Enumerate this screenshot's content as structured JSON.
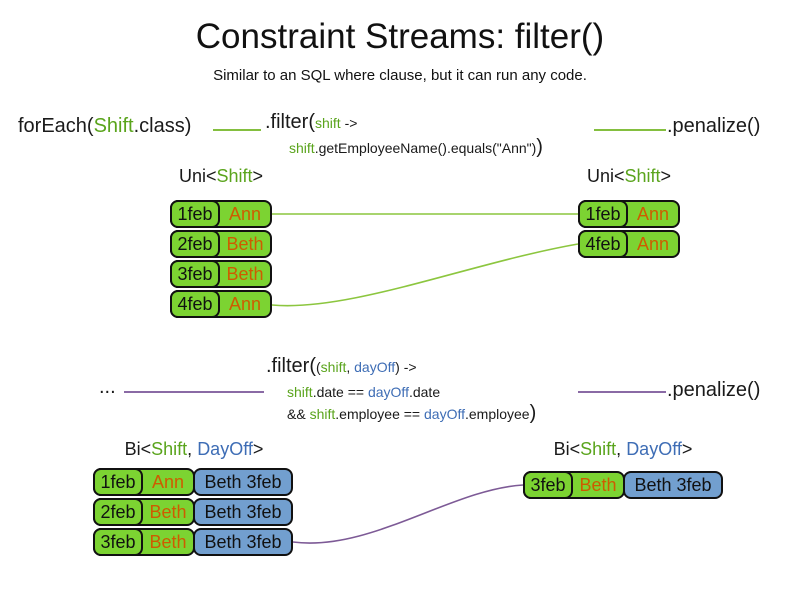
{
  "slide": {
    "title": "Constraint Streams: filter()",
    "subtitle": "Similar to an SQL where clause, but it can run any code."
  },
  "colors": {
    "code_green": "#5aa41c",
    "code_blue": "#3e6db5",
    "box_green_fill": "#7cd332",
    "box_blue_fill": "#729fcf",
    "employee_orange": "#ce5c00",
    "connector_green": "#84bf3f",
    "connector_purple": "#7d5a96"
  },
  "uni": {
    "foreach": {
      "pre": "forEach(",
      "type": "Shift",
      "post": ".class)"
    },
    "filter": {
      "method": ".filter(",
      "param": "shift",
      "arrow": " ->",
      "body_var": "shift",
      "body": ".getEmployeeName().equals(\"Ann\")",
      "close": ")"
    },
    "penalize": ".penalize()",
    "left_label": {
      "pre": "Uni<",
      "type": "Shift",
      "post": ">"
    },
    "right_label": {
      "pre": "Uni<",
      "type": "Shift",
      "post": ">"
    },
    "left_rows": [
      {
        "date": "1feb",
        "employee": "Ann"
      },
      {
        "date": "2feb",
        "employee": "Beth"
      },
      {
        "date": "3feb",
        "employee": "Beth"
      },
      {
        "date": "4feb",
        "employee": "Ann"
      }
    ],
    "right_rows": [
      {
        "date": "1feb",
        "employee": "Ann"
      },
      {
        "date": "4feb",
        "employee": "Ann"
      }
    ]
  },
  "bi": {
    "source": "...",
    "filter": {
      "method": ".filter(",
      "sig_open": "(",
      "param1": "shift",
      "sig_sep": ", ",
      "param2": "dayOff",
      "sig_close": ")",
      "arrow": " ->",
      "l2_var1": "shift",
      "l2_op": ".date == ",
      "l2_var2": "dayOff",
      "l2_tail": ".date",
      "l3_and": "&& ",
      "l3_var1": "shift",
      "l3_op": ".employee == ",
      "l3_var2": "dayOff",
      "l3_tail": ".employee",
      "close": ")"
    },
    "penalize": ".penalize()",
    "left_label": {
      "pre": "Bi<",
      "type1": "Shift",
      "sep": ", ",
      "type2": "DayOff",
      "post": ">"
    },
    "right_label": {
      "pre": "Bi<",
      "type1": "Shift",
      "sep": ", ",
      "type2": "DayOff",
      "post": ">"
    },
    "left_rows": [
      {
        "date": "1feb",
        "employee": "Ann",
        "dayoff": "Beth 3feb"
      },
      {
        "date": "2feb",
        "employee": "Beth",
        "dayoff": "Beth 3feb"
      },
      {
        "date": "3feb",
        "employee": "Beth",
        "dayoff": "Beth 3feb"
      }
    ],
    "right_rows": [
      {
        "date": "3feb",
        "employee": "Beth",
        "dayoff": "Beth 3feb"
      }
    ]
  }
}
